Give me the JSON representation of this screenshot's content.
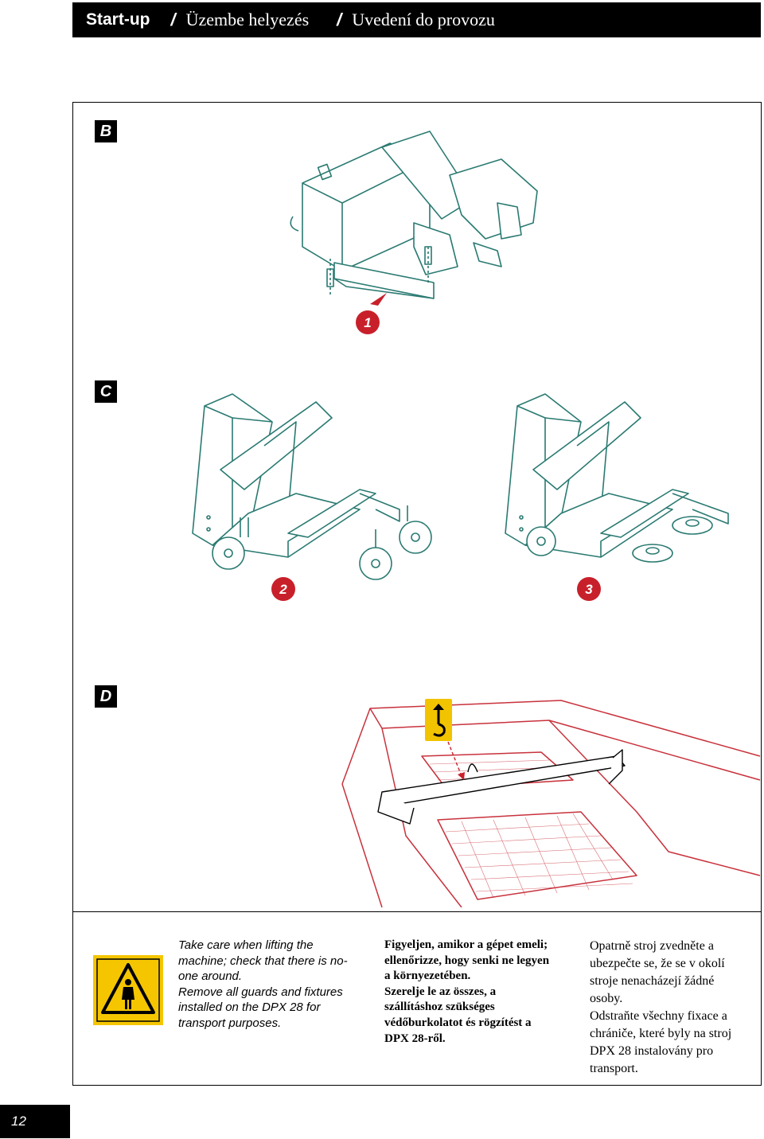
{
  "header": {
    "title_en": "Start-up",
    "separator": "/",
    "title_hu": "Üzembe helyezés",
    "title_cz": "Uvedení do provozu"
  },
  "sections": {
    "b_label": "B",
    "c_label": "C",
    "d_label": "D"
  },
  "steps": {
    "step1": "1",
    "step2": "2",
    "step3": "3"
  },
  "warning": {
    "icon": "warning-person-icon",
    "en_line1": "Take care when lifting the machine; check that there is no-one around.",
    "en_line2": "Remove all guards and fixtures installed on the DPX 28 for transport purposes.",
    "hu_line1": "Figyeljen, amikor a gépet emeli; ellenőrizze, hogy senki ne legyen a környezetében.",
    "hu_line2": "Szerelje le az összes, a szállításhoz szükséges védőburkolatot és rögzítést a DPX 28-ről.",
    "cz_line1": "Opatrně stroj zvedněte a ubezpečte se, že se v okolí stroje nenacházejí žádné osoby.",
    "cz_line2": "Odstraňte všechny fixace a chrániče, které byly na stroj DPX 28 instalovány pro transport."
  },
  "page_number": "12",
  "colors": {
    "machine_line": "#2a7a72",
    "truck_line": "#c8323c",
    "accent_red": "#c8202a",
    "hook_yellow": "#f2c400",
    "warning_yellow": "#f5c600"
  }
}
